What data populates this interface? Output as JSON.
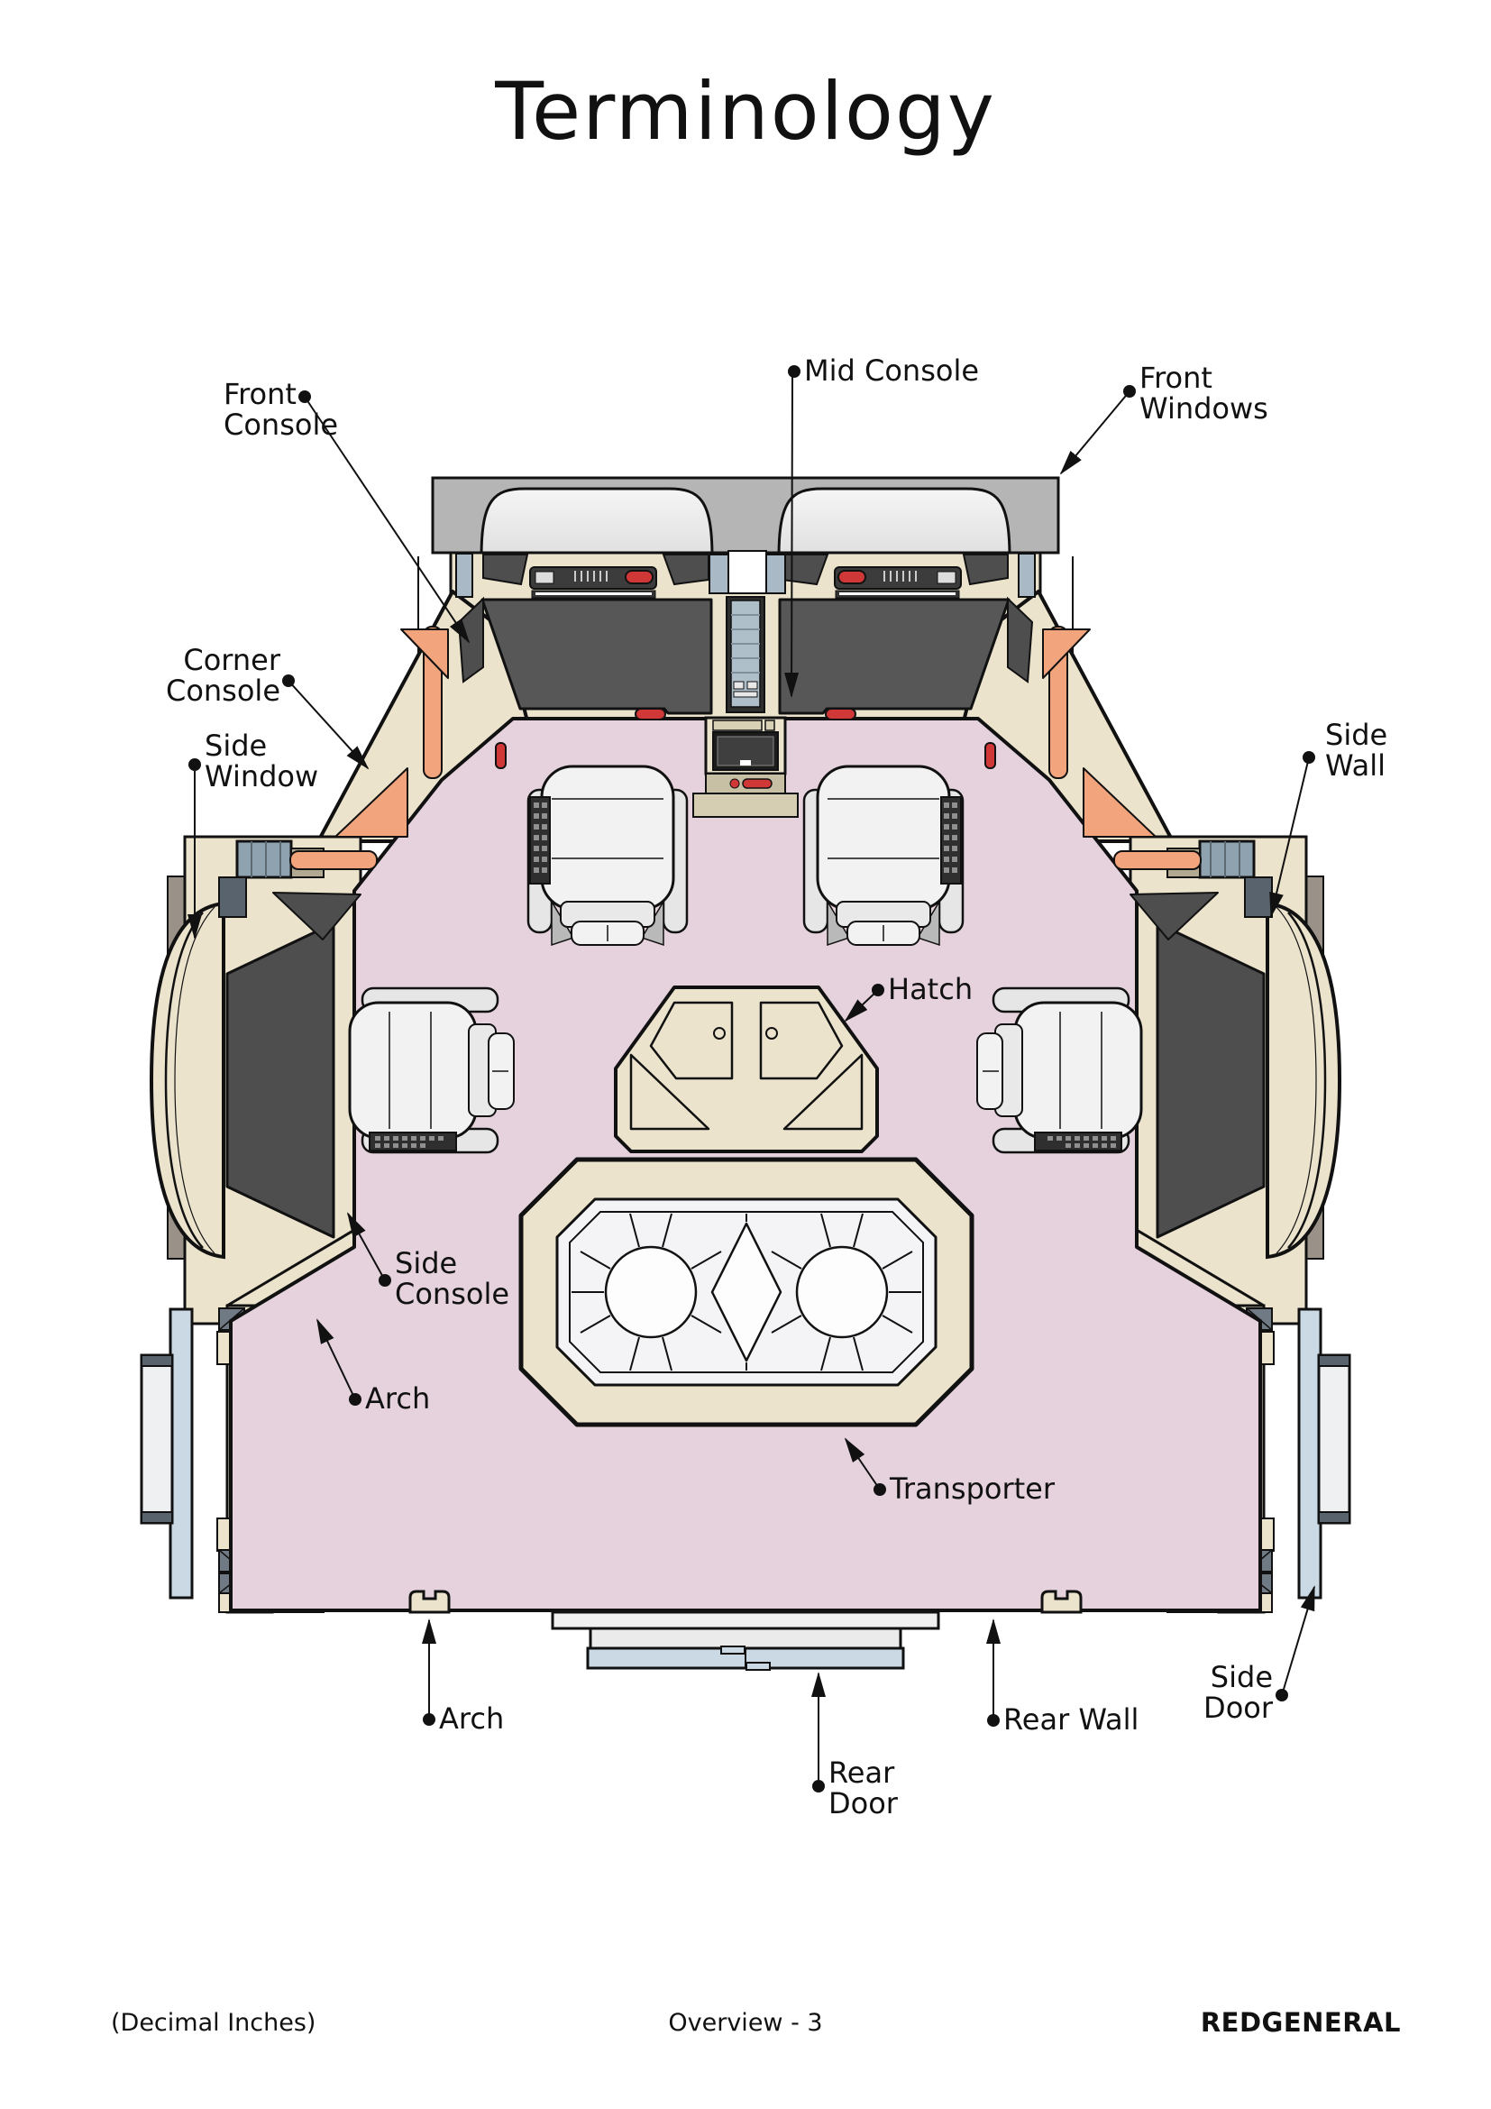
{
  "page": {
    "title": "Terminology"
  },
  "footer": {
    "left": "(Decimal Inches)",
    "center": "Overview - 3",
    "right": "REDGENERAL"
  },
  "labels": {
    "front_console": {
      "lines": [
        "Front",
        "Console"
      ]
    },
    "mid_console": {
      "lines": [
        "Mid Console"
      ]
    },
    "front_windows": {
      "lines": [
        "Front",
        "Windows"
      ]
    },
    "corner_console": {
      "lines": [
        "Corner",
        "Console"
      ]
    },
    "side_window": {
      "lines": [
        "Side",
        "Window"
      ]
    },
    "side_wall": {
      "lines": [
        "Side",
        "Wall"
      ]
    },
    "hatch": {
      "lines": [
        "Hatch"
      ]
    },
    "side_console": {
      "lines": [
        "Side",
        "Console"
      ]
    },
    "arch_upper": {
      "lines": [
        "Arch"
      ]
    },
    "transporter": {
      "lines": [
        "Transporter"
      ]
    },
    "arch_lower": {
      "lines": [
        "Arch"
      ]
    },
    "rear_wall": {
      "lines": [
        "Rear Wall"
      ]
    },
    "rear_door": {
      "lines": [
        "Rear",
        "Door"
      ]
    },
    "side_door": {
      "lines": [
        "Side",
        "Door"
      ]
    }
  },
  "colors": {
    "floor_pink": "#e5d2dc",
    "wall_cream": "#ece3cd",
    "panel_dark": "#545454",
    "window_band_gray": "#b5b5b5",
    "corner_orange": "#f2a47d",
    "pilaster_blue": "#a9bac6",
    "door_blue": "#cad9e4",
    "accent_red": "#d03838",
    "trim_tan": "#b2a992",
    "exterior_gray": "#9a9288",
    "transporter_white": "#f4f4f6"
  }
}
